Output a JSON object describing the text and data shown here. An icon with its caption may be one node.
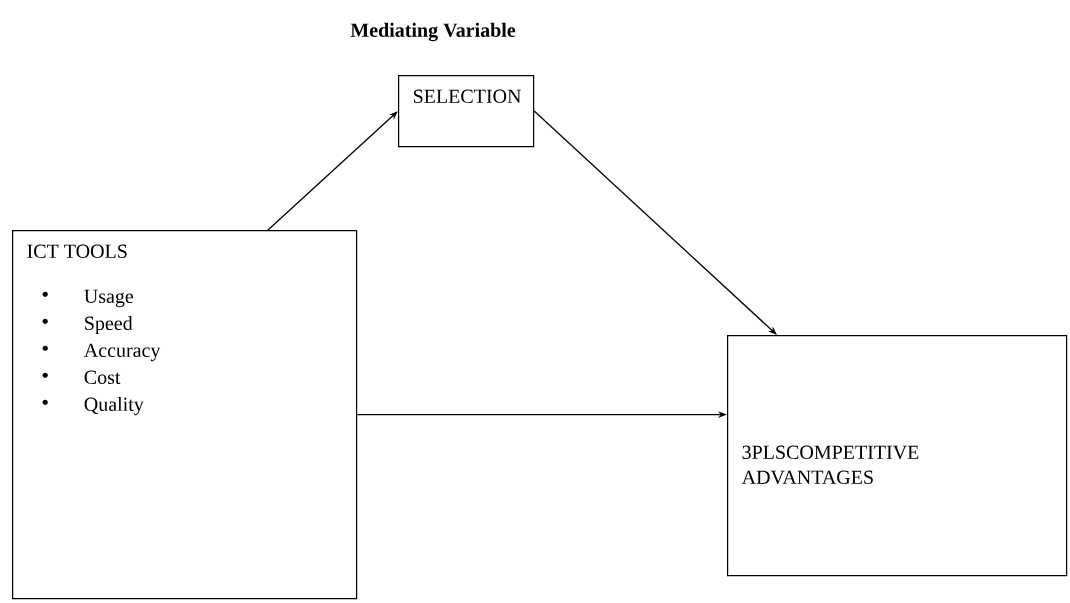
{
  "diagram": {
    "title": "Mediating Variable",
    "nodes": [
      {
        "text": [
          "SELECTION"
        ]
      },
      {
        "text": [
          "ICT TOOLS",
          "Usage",
          "Speed",
          "Accuracy",
          "Cost",
          "Quality"
        ]
      },
      {
        "text": [
          "3PLSCOMPETITIVE ADVANTAGES"
        ]
      }
    ],
    "edges": [
      {
        "from": 1,
        "to": 0,
        "arrow": "to"
      },
      {
        "from": 0,
        "to": 2,
        "arrow": "to"
      },
      {
        "from": 1,
        "to": 2,
        "arrow": "to"
      }
    ]
  }
}
